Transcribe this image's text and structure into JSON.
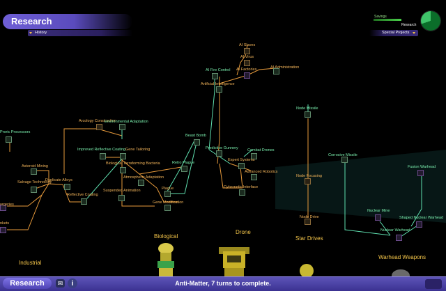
{
  "header": {
    "title": "Research",
    "history_label": "History",
    "savings_label": "Savings",
    "research_label": "Research",
    "special_projects_label": "Special Projects"
  },
  "tree": {
    "left_nodes": [
      {
        "key": "proric",
        "label": "Proric Processors",
        "color": "g"
      },
      {
        "key": "asteroid",
        "label": "Asteroid Mining",
        "color": "o"
      },
      {
        "key": "salvage",
        "label": "Salvage Technology",
        "color": "o"
      },
      {
        "key": "duplicate",
        "label": "Duplicate Alloys",
        "color": "o"
      },
      {
        "key": "reflective",
        "label": "Reflective Coating",
        "color": "o"
      },
      {
        "key": "arcology",
        "label": "Arcology Construction",
        "color": "o"
      },
      {
        "key": "env_adapt",
        "label": "Environmental Adaptation",
        "color": "g"
      },
      {
        "key": "improved_refl",
        "label": "Improved Reflective Coating",
        "color": "g"
      },
      {
        "key": "gene_tailoring",
        "label": "Gene Tailoring",
        "color": "o"
      },
      {
        "key": "bio_terraform",
        "label": "Biological Terraforming Bacteria",
        "color": "o"
      },
      {
        "key": "atmo",
        "label": "Atmospheric Adaptation",
        "color": "o"
      },
      {
        "key": "suspended",
        "label": "Suspended Animation",
        "color": "o"
      },
      {
        "key": "plague",
        "label": "Plague",
        "color": "o"
      },
      {
        "key": "gene_mod",
        "label": "Gene Modification",
        "color": "o"
      },
      {
        "key": "retro",
        "label": "Retro Plague",
        "color": "g"
      },
      {
        "key": "beast",
        "label": "Beast Bomb",
        "color": "g"
      }
    ],
    "center_nodes": [
      {
        "key": "ai_slaves",
        "label": "AI Slaves",
        "color": "o"
      },
      {
        "key": "ai_virus",
        "label": "AI Virus",
        "color": "o"
      },
      {
        "key": "ai_factories",
        "label": "AI Factories",
        "color": "o"
      },
      {
        "key": "ai_fire",
        "label": "AI Fire Control",
        "color": "g"
      },
      {
        "key": "ai_admin",
        "label": "AI Administration",
        "color": "o"
      },
      {
        "key": "artificial",
        "label": "Artificial Intelligence",
        "color": "o"
      },
      {
        "key": "predictive",
        "label": "Predictive Gunnery",
        "color": "g"
      },
      {
        "key": "combat_drones",
        "label": "Combat Drones",
        "color": "g"
      },
      {
        "key": "expert",
        "label": "Expert Systems",
        "color": "o"
      },
      {
        "key": "adv_robotics",
        "label": "Advanced Robotics",
        "color": "o"
      },
      {
        "key": "cyber",
        "label": "Cybernetic Interface",
        "color": "o"
      }
    ],
    "right_nodes": [
      {
        "key": "node_missile",
        "label": "Node Missile",
        "color": "g"
      },
      {
        "key": "node_focusing",
        "label": "Node Focusing",
        "color": "o"
      },
      {
        "key": "node_drive",
        "label": "Node Drive",
        "color": "o"
      },
      {
        "key": "corrosive",
        "label": "Corrosive Missile",
        "color": "g"
      },
      {
        "key": "fusion_warhead",
        "label": "Fusion Warhead",
        "color": "g"
      },
      {
        "key": "nuclear_mine",
        "label": "Nuclear Mine",
        "color": "g"
      },
      {
        "key": "shaped_nuclear",
        "label": "Shaped Nuclear Warhead",
        "color": "g"
      },
      {
        "key": "nuclear_warhead",
        "label": "Nuclear Warhead",
        "color": "g"
      }
    ],
    "partial_labels": [
      "urgeries",
      "nkets"
    ],
    "categories": [
      "Industrial",
      "Biological",
      "Drone",
      "Star Drives",
      "Warhead Weapons"
    ]
  },
  "bottom_bar": {
    "research_button": "Research",
    "status": "Anti-Matter, 7 turns to complete.",
    "chat_icon": "chat-icon",
    "info_icon": "info-icon"
  },
  "colors": {
    "green_label": "#7cf2b0",
    "orange_label": "#f2b45a",
    "link_orange": "#e89b3c",
    "link_green": "#5fe0b0",
    "category": "#f5c64a",
    "bar": "#4a3fa8"
  },
  "pie": {
    "savings_fraction": 0.3
  }
}
